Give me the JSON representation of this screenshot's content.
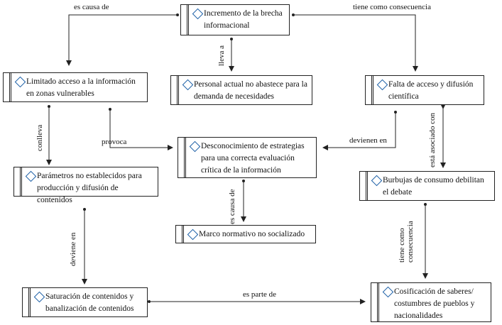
{
  "nodes": {
    "incremento": "Incremento de la brecha informacional",
    "limitado": "Limitado acceso a la información en zonas vulnerables",
    "personal": "Personal actual no abastece para la demanda de necesidades",
    "falta": "Falta de acceso y difusión científica",
    "desconocimiento": "Desconocimiento de estrategias para una correcta evaluación crítica de la información",
    "parametros": "Parámetros no establecidos para producción y difusión de contenidos",
    "burbujas": "Burbujas de consumo debilitan el debate",
    "marco": "Marco normativo no socializado",
    "saturacion": "Saturación de contenidos y banalización de contenidos",
    "cosificacion": "Cosificación de saberes/ costumbres de pueblos y nacionalidades"
  },
  "links": {
    "es_causa_de_top": "es causa de",
    "tiene_como_consecuencia_top": "tiene como consecuencia",
    "lleva_a": "lleva a",
    "conlleva": "conlleva",
    "provoca": "provoca",
    "devienen_en": "devienen en",
    "esta_asociado_con": "está asociado con",
    "es_causa_de_mid": "es causa de",
    "deviene_en": "deviene en",
    "tiene_como_consecuencia_right": "tiene como consecuencia",
    "es_parte_de": "es parte de"
  },
  "colors": {
    "diamond": "#1b5fa6",
    "line": "#222222"
  }
}
